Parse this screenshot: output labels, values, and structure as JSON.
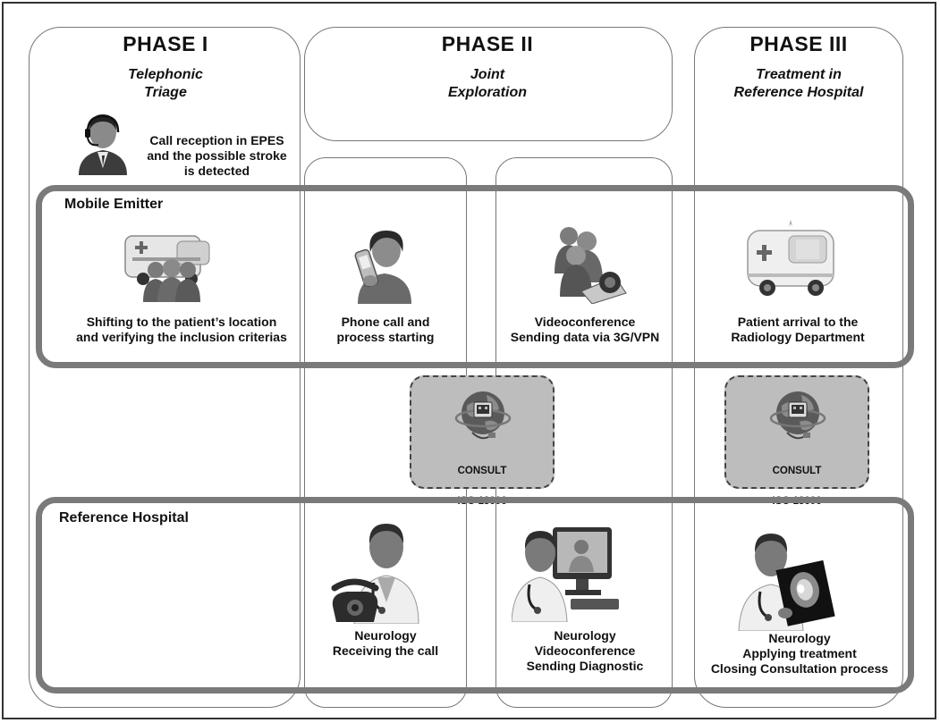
{
  "phases": [
    {
      "title": "PHASE I",
      "subtitle": "Telephonic\nTriage"
    },
    {
      "title": "PHASE II",
      "subtitle": "Joint\nExploration"
    },
    {
      "title": "PHASE III",
      "subtitle": "Treatment in\nReference Hospital"
    }
  ],
  "call_reception": "Call reception in EPES\nand the possible stroke\nis detected",
  "mobile_emitter": {
    "label": "Mobile Emitter",
    "steps": [
      "Shifting to the patient’s location\nand verifying the inclusion criterias",
      "Phone call and\nprocess starting",
      "Videoconference\nSending data via 3G/VPN",
      "Patient arrival to the\nRadiology Department"
    ]
  },
  "consult": [
    {
      "name": "CONSULT",
      "standard": "ISO 13606"
    },
    {
      "name": "CONSULT",
      "standard": "ISO 13606"
    }
  ],
  "reference_hospital": {
    "label": "Reference Hospital",
    "steps": [
      "Neurology\nReceiving the call",
      "Neurology\nVideoconference\nSending Diagnostic",
      "Neurology\nApplying treatment\nClosing Consultation process"
    ]
  },
  "icons": [
    "operator-icon",
    "ambulance-with-medics-icon",
    "phone-caller-icon",
    "medics-with-camera-icon",
    "ambulance-icon",
    "globe-network-icon",
    "doctor-telephone-icon",
    "doctor-computer-icon",
    "doctor-xray-icon"
  ]
}
